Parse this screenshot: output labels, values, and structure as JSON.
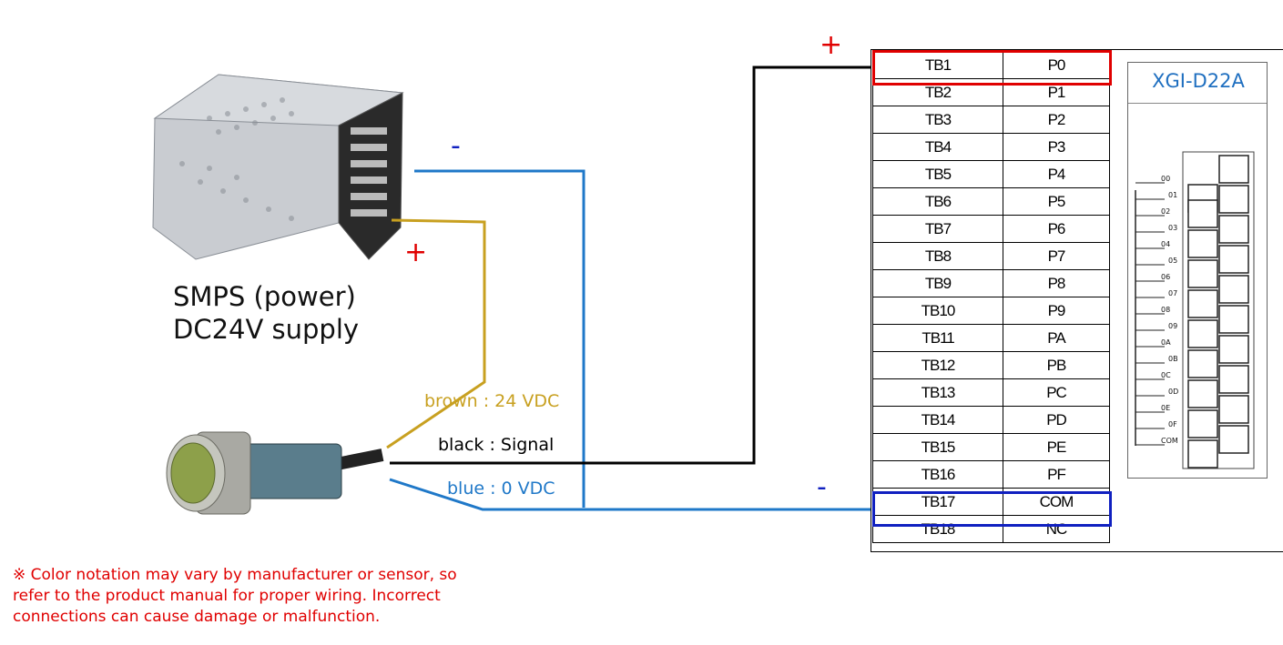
{
  "smps": {
    "line1": "SMPS (power)",
    "line2": "DC24V supply"
  },
  "wires": {
    "brown": {
      "label": "brown : 24 VDC",
      "color": "#c8a020"
    },
    "black": {
      "label": "black : Signal",
      "color": "#000000"
    },
    "blue": {
      "label": "blue : 0 VDC",
      "color": "#1f78c8"
    }
  },
  "signs": {
    "plus": "+",
    "minus": "-"
  },
  "note": [
    "※ Color notation may vary by manufacturer or sensor, so",
    "refer to the product manual for proper wiring. Incorrect",
    "connections can cause damage or malfunction."
  ],
  "module": {
    "name": "XGI-D22A",
    "terminals": [
      [
        "TB1",
        "P0"
      ],
      [
        "TB2",
        "P1"
      ],
      [
        "TB3",
        "P2"
      ],
      [
        "TB4",
        "P3"
      ],
      [
        "TB5",
        "P4"
      ],
      [
        "TB6",
        "P5"
      ],
      [
        "TB7",
        "P6"
      ],
      [
        "TB8",
        "P7"
      ],
      [
        "TB9",
        "P8"
      ],
      [
        "TB10",
        "P9"
      ],
      [
        "TB11",
        "PA"
      ],
      [
        "TB12",
        "PB"
      ],
      [
        "TB13",
        "PC"
      ],
      [
        "TB14",
        "PD"
      ],
      [
        "TB15",
        "PE"
      ],
      [
        "TB16",
        "PF"
      ],
      [
        "TB17",
        "COM"
      ],
      [
        "TB18",
        "NC"
      ]
    ],
    "diagram_labels": [
      "00",
      "01",
      "02",
      "03",
      "04",
      "05",
      "06",
      "07",
      "08",
      "09",
      "0A",
      "0B",
      "0C",
      "0D",
      "0E",
      "0F",
      "COM"
    ]
  },
  "colors": {
    "red": "#e00000",
    "blue_box": "#1020c0",
    "model_text": "#1f6fc0"
  }
}
